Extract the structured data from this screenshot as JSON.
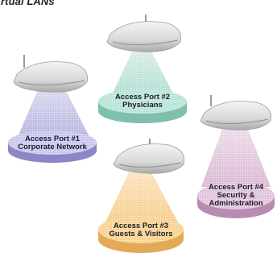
{
  "title": "rtual LANs",
  "ports": [
    {
      "id": "port1",
      "lines": [
        "Access Port #1",
        "Corporate Network"
      ],
      "colors": {
        "beam": "#b5b3df",
        "disc": "#c9c6ee",
        "discDark": "#8b87c4"
      },
      "icon": "wireless-access-point-icon"
    },
    {
      "id": "port2",
      "lines": [
        "Access Port #2",
        "Physicians"
      ],
      "colors": {
        "beam": "#aedcd0",
        "disc": "#b8e4d8",
        "discDark": "#7fbfae"
      },
      "icon": "wireless-access-point-icon"
    },
    {
      "id": "port3",
      "lines": [
        "Access Port #3",
        "Guests & Visitors"
      ],
      "colors": {
        "beam": "#f6cb86",
        "disc": "#f8d28f",
        "discDark": "#e2a957"
      },
      "icon": "wireless-access-point-icon"
    },
    {
      "id": "port4",
      "lines": [
        "Access Port #4",
        "Security &",
        "Administration"
      ],
      "colors": {
        "beam": "#d9b7d3",
        "disc": "#e1c3dd",
        "discDark": "#b78cb0"
      },
      "icon": "wireless-access-point-icon"
    }
  ]
}
